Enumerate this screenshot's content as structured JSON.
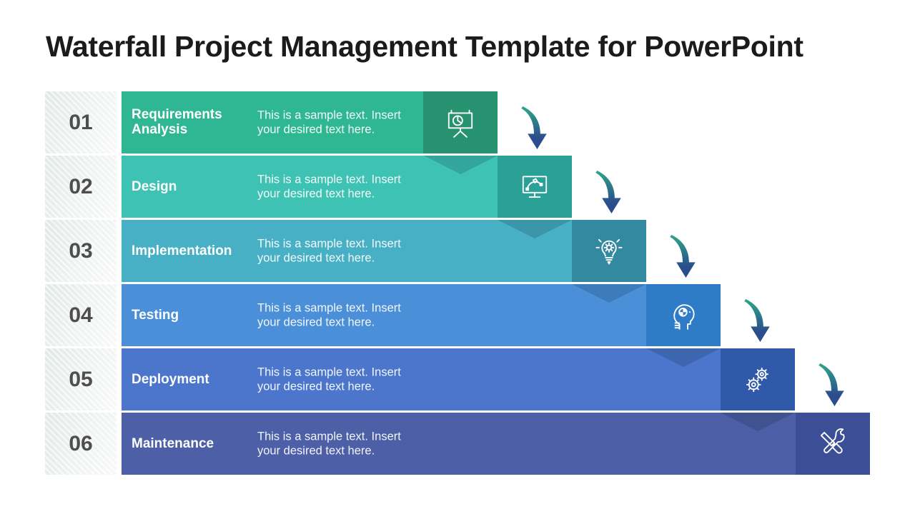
{
  "title": "Waterfall Project Management Template for PowerPoint",
  "arrow": {
    "start_color": "#2EA189",
    "end_color": "#2B4D8C"
  },
  "rows": [
    {
      "number": "01",
      "label": "Requirements Analysis",
      "description": "This is a sample text. Insert\nyour desired text here.",
      "icon": "presentation-chart-icon",
      "bar_color": "#2FB793",
      "box_color": "#27926F"
    },
    {
      "number": "02",
      "label": "Design",
      "description": "This is a sample text. Insert\nyour desired text here.",
      "icon": "design-monitor-icon",
      "bar_color": "#3EC2B3",
      "box_color": "#2AA096"
    },
    {
      "number": "03",
      "label": "Implementation",
      "description": "This is a sample text. Insert\nyour desired text here.",
      "icon": "lightbulb-gear-icon",
      "bar_color": "#47B0C5",
      "box_color": "#33899F"
    },
    {
      "number": "04",
      "label": "Testing",
      "description": "This is a sample text. Insert\nyour desired text here.",
      "icon": "head-gear-icon",
      "bar_color": "#4A8FD8",
      "box_color": "#2E7CC7"
    },
    {
      "number": "05",
      "label": "Deployment",
      "description": "This is a sample text. Insert\nyour desired text here.",
      "icon": "gears-icon",
      "bar_color": "#4B76CB",
      "box_color": "#3059AA"
    },
    {
      "number": "06",
      "label": "Maintenance",
      "description": "This is a sample text. Insert\nyour desired text here.",
      "icon": "tools-icon",
      "bar_color": "#4C5FA7",
      "box_color": "#3C4F96"
    }
  ]
}
